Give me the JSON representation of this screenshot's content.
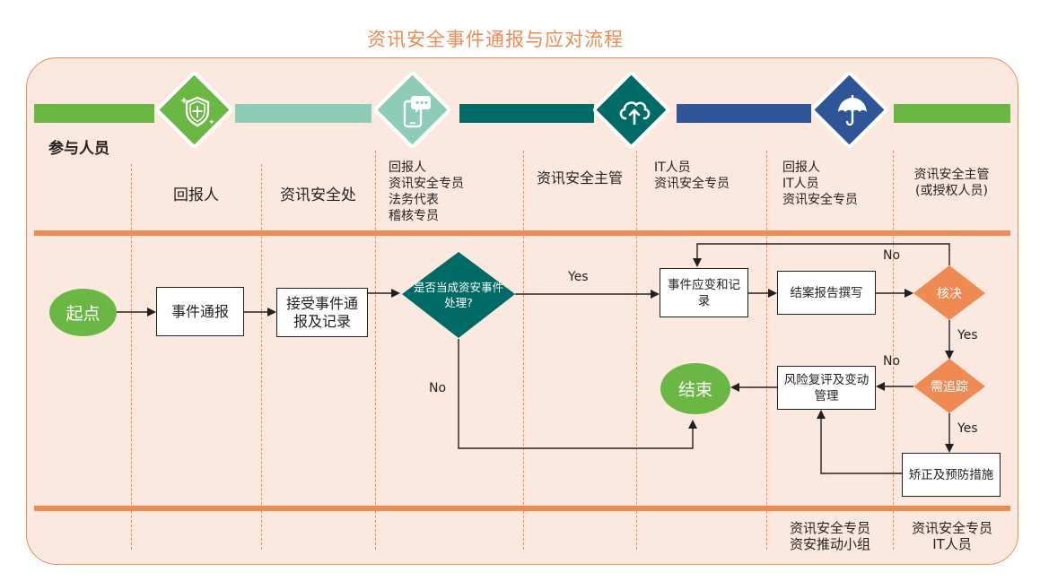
{
  "title": "资讯安全事件通报与应对流程",
  "colors": {
    "accent_orange": "#ef8a54",
    "green": "#6ab843",
    "mint": "#8dcdb8",
    "teal": "#006b66",
    "blue": "#2e5597",
    "panel_bg": "#fbe9e0"
  },
  "icons": [
    "shield-icon",
    "phone-chat-icon",
    "cloud-upload-icon",
    "umbrella-icon"
  ],
  "participants_label": "参与人员",
  "lanes": {
    "reporter": "回报人",
    "security_office": "资讯安全处",
    "review_group": [
      "回报人",
      "资讯安全专员",
      "法务代表",
      "稽核专员"
    ],
    "security_manager": "资讯安全主管",
    "it_group": [
      "IT人员",
      "资讯安全专员"
    ],
    "closing_group": [
      "回报人",
      "IT人员",
      "资讯安全专员"
    ],
    "approver_group": [
      "资讯安全主管",
      "(或授权人员)"
    ]
  },
  "bottom_lanes": {
    "review": [
      "资讯安全专员",
      "资安推动小组"
    ],
    "remediation": [
      "资讯安全专员",
      "IT人员"
    ]
  },
  "nodes": {
    "start": "起点",
    "report": "事件通报",
    "receive": "接受事件通报及记录",
    "decide": "是否当成资安事件处理?",
    "respond": "事件应变和记录",
    "closing_report": "结案报告撰写",
    "approve": "核决",
    "track": "需追踪",
    "corrective": "矫正及预防措施",
    "risk_review": "风险复评及变动管理",
    "end": "结束"
  },
  "edge_labels": {
    "decide_yes": "Yes",
    "decide_no": "No",
    "approve_no": "No",
    "approve_yes": "Yes",
    "track_no": "No",
    "track_yes": "Yes"
  }
}
